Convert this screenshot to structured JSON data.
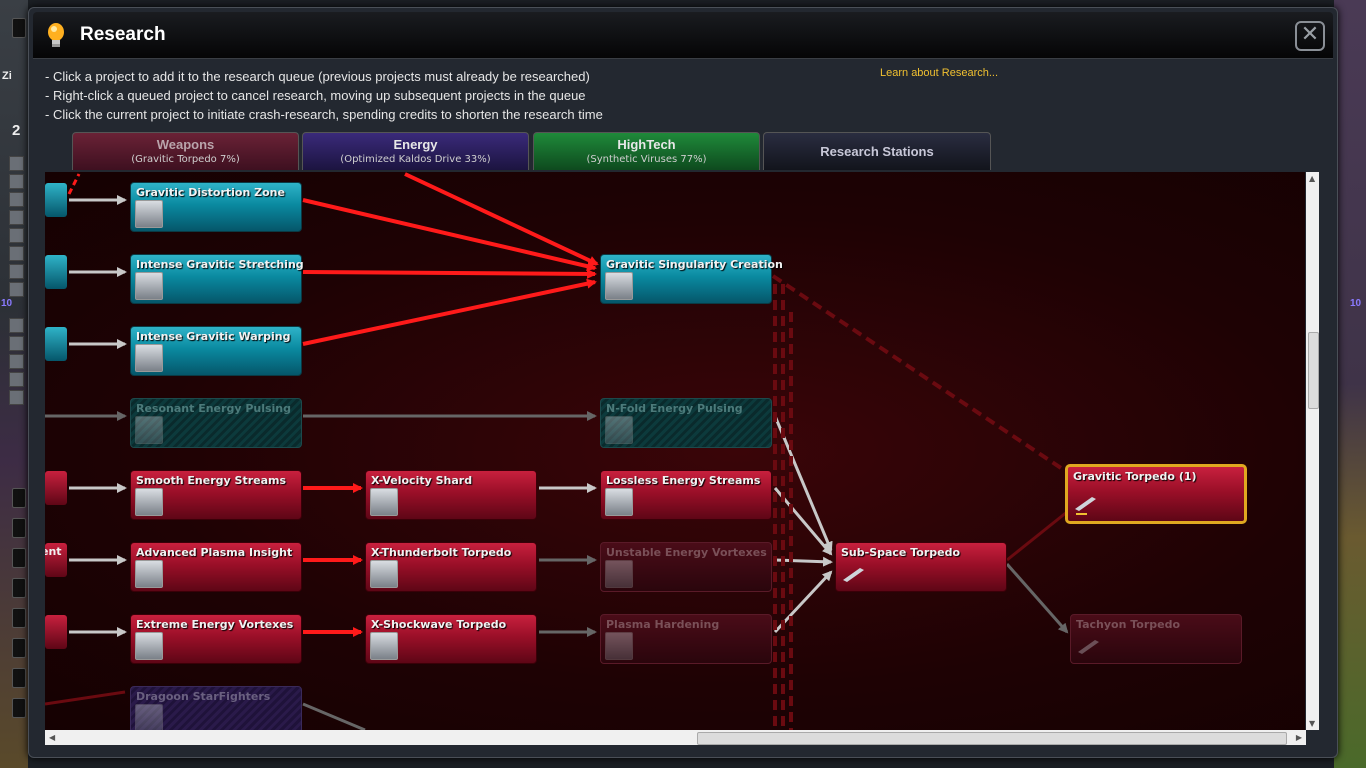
{
  "window": {
    "title": "Research",
    "close_symbol": "✕"
  },
  "instructions": [
    "- Click a project to add it to the research queue (previous projects must already be researched)",
    "- Right-click a queued project to cancel research, moving up subsequent projects in the queue",
    "- Click the current project to initiate crash-research, spending credits to shorten the research time"
  ],
  "learn_link": "Learn about Research...",
  "tabs": [
    {
      "label": "Weapons",
      "sub": "(Gravitic Torpedo 7%)",
      "active": true
    },
    {
      "label": "Energy",
      "sub": "(Optimized Kaldos Drive 33%)"
    },
    {
      "label": "HighTech",
      "sub": "(Synthetic Viruses 77%)"
    },
    {
      "label": "Research Stations",
      "sub": ""
    }
  ],
  "nodes": {
    "gravitic_distortion_zone": "Gravitic Distortion Zone",
    "intense_gravitic_stretching": "Intense Gravitic Stretching",
    "intense_gravitic_warping": "Intense Gravitic Warping",
    "resonant_energy_pulsing": "Resonant Energy Pulsing",
    "smooth_energy_streams": "Smooth Energy Streams",
    "advanced_plasma_insight": "Advanced Plasma Insight",
    "extreme_energy_vortexes": "Extreme Energy Vortexes",
    "dragoon_starfighters": "Dragoon StarFighters",
    "gravitic_singularity_creation": "Gravitic Singularity Creation",
    "n_fold_energy_pulsing": "N-Fold Energy Pulsing",
    "lossless_energy_streams": "Lossless Energy Streams",
    "unstable_energy_vortexes": "Unstable Energy Vortexes",
    "plasma_hardening": "Plasma Hardening",
    "x_velocity_shard": "X-Velocity Shard",
    "x_thunderbolt_torpedo": "X-Thunderbolt Torpedo",
    "x_shockwave_torpedo": "X-Shockwave Torpedo",
    "sub_space_torpedo": "Sub-Space Torpedo",
    "gravitic_torpedo": "Gravitic Torpedo (1)",
    "tachyon_torpedo": "Tachyon Torpedo",
    "partial_left": "ent"
  },
  "research_progress": {
    "gravitic_torpedo": 0.07
  },
  "background": {
    "left_number": "2",
    "left_letters": "Zi",
    "right_number": "10",
    "left_number_2": "10"
  },
  "colors": {
    "accent": "#e0a820",
    "link": "#f0c030",
    "queued_arrow": "#ff1a1a"
  }
}
